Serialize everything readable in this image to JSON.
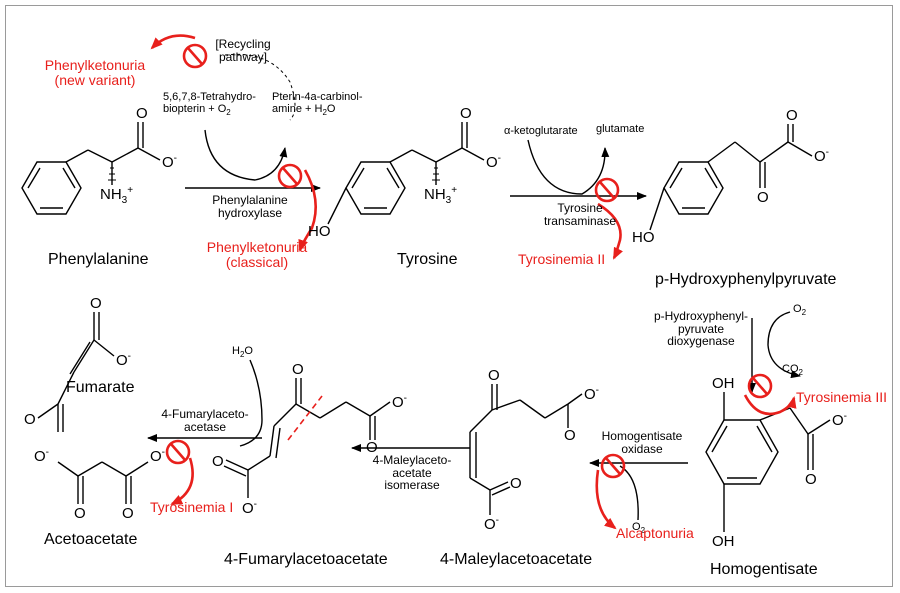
{
  "compounds": {
    "phenylalanine": "Phenylalanine",
    "tyrosine": "Tyrosine",
    "hpp": "p-Hydroxyphenylpyruvate",
    "homogentisate": "Homogentisate",
    "maleylacetoacetate": "4-Maleylacetoacetate",
    "fumarylacetoacetate": "4-Fumarylacetoacetate",
    "fumarate": "Fumarate",
    "acetoacetate": "Acetoacetate"
  },
  "enzymes": {
    "pah_line1": "Phenylalanine",
    "pah_line2": "hydroxylase",
    "tat_line1": "Tyrosine",
    "tat_line2": "transaminase",
    "hppd_line1": "p-Hydroxyphenyl-",
    "hppd_line2": "pyruvate",
    "hppd_line3": "dioxygenase",
    "hgd_line1": "Homogentisate",
    "hgd_line2": "oxidase",
    "maai_line1": "4-Maleylaceto-",
    "maai_line2": "acetate",
    "maai_line3": "isomerase",
    "fah_line1": "4-Fumarylaceto-",
    "fah_line2": "acetase"
  },
  "cofactors": {
    "recycling_line1": "[Recycling",
    "recycling_line2": "pathway]",
    "bh4_line1": "5,6,7,8-Tetrahydro-",
    "bh4_line2": "biopterin + O",
    "carbinol_line1": "Pterin-4a-carbinol-",
    "carbinol_line2": "amine + H",
    "carbinol_line2_tail": "O",
    "sub2": "2",
    "akg": "α-ketoglutarate",
    "glutamate": "glutamate",
    "o2_hppd": "O",
    "co2": "CO",
    "o2_hgd": "O",
    "h2o_fah": "H",
    "h2o_fah_tail": "O"
  },
  "diseases": {
    "pku_variant_line1": "Phenylketonuria",
    "pku_variant_line2": "(new variant)",
    "pku_classical_line1": "Phenylketonuria",
    "pku_classical_line2": "(classical)",
    "tyr2": "Tyrosinemia II",
    "tyr3": "Tyrosinemia III",
    "alcaptonuria": "Alcaptonuria",
    "tyr1": "Tyrosinemia I"
  },
  "atoms": {
    "O": "O",
    "Ominus": "O",
    "minus": "-",
    "plus": "+",
    "NH3": "NH",
    "sub3": "3",
    "HO": "HO",
    "OH": "OH"
  },
  "colors": {
    "accent_red": "#e8201c",
    "line": "#000000",
    "frame": "#9a9a9a"
  }
}
